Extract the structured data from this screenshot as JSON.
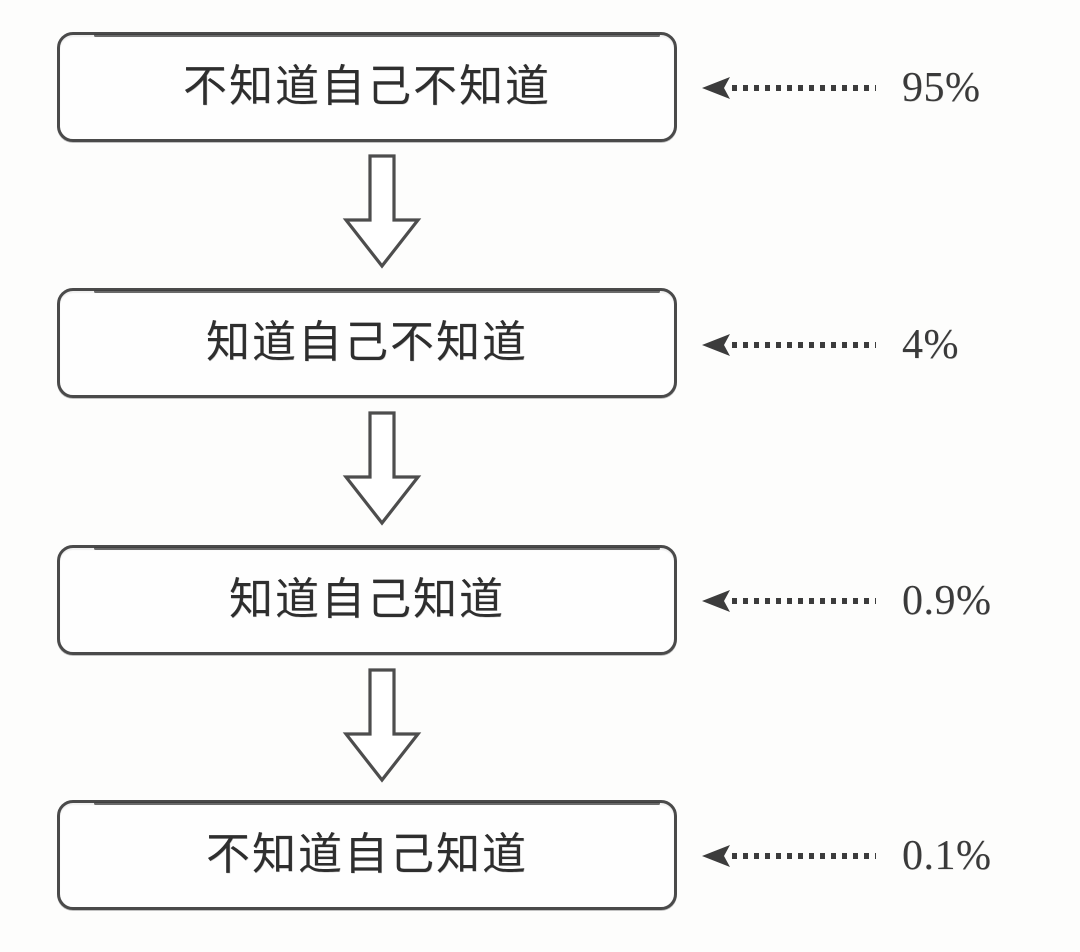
{
  "diagram": {
    "type": "vertical-flowchart",
    "background_color": "#fdfdfc",
    "ink_color": "#3a3a3a",
    "steps": [
      {
        "label": "不知道自己不知道",
        "percent": "95%",
        "connector_icon": "dotted-arrow-left-icon",
        "flow_icon": "down-block-arrow-icon"
      },
      {
        "label": "知道自己不知道",
        "percent": "4%",
        "connector_icon": "dotted-arrow-left-icon",
        "flow_icon": "down-block-arrow-icon"
      },
      {
        "label": "知道自己知道",
        "percent": "0.9%",
        "connector_icon": "dotted-arrow-left-icon",
        "flow_icon": "down-block-arrow-icon"
      },
      {
        "label": "不知道自己知道",
        "percent": "0.1%",
        "connector_icon": "dotted-arrow-left-icon",
        "flow_icon": null
      }
    ]
  }
}
